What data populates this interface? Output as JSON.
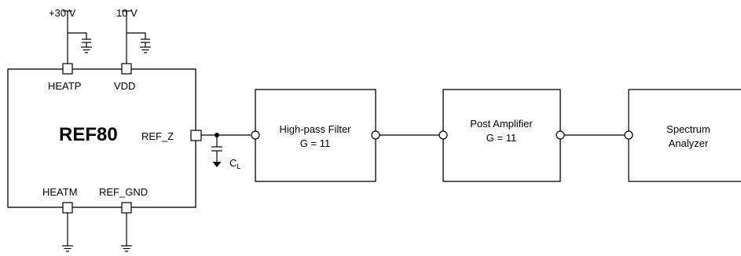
{
  "chip": {
    "name": "REF80",
    "pins": {
      "heatp": "HEATP",
      "vdd": "VDD",
      "ref_z": "REF_Z",
      "heatm": "HEATM",
      "ref_gnd": "REF_GND"
    }
  },
  "supplies": {
    "heatp_supply": "+30 V",
    "vdd_supply": "10 V"
  },
  "load_cap": {
    "label": "C",
    "subscript": "L"
  },
  "blocks": [
    {
      "line1": "High-pass Filter",
      "line2": "G = 11"
    },
    {
      "line1": "Post Amplifier",
      "line2": "G = 11"
    },
    {
      "line1": "Spectrum",
      "line2": "Analyzer"
    }
  ]
}
